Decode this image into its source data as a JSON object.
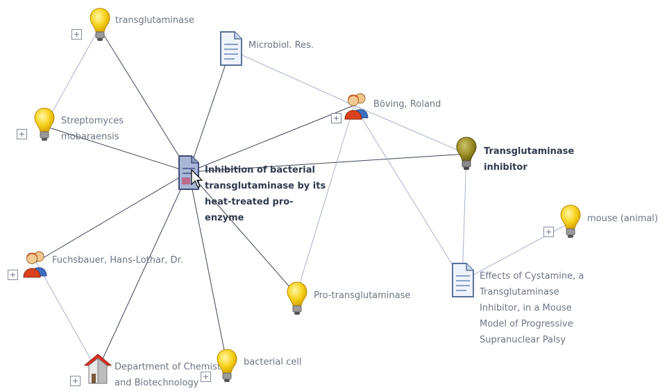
{
  "nodes": [
    {
      "id": "transglutaminase",
      "type": "concept",
      "label": "transglutaminase"
    },
    {
      "id": "streptomyces",
      "type": "concept",
      "label": "Streptomyces mobaraensis"
    },
    {
      "id": "microbiol",
      "type": "document",
      "label": "Microbiol. Res."
    },
    {
      "id": "boving",
      "type": "person",
      "label": "Böving, Roland"
    },
    {
      "id": "center",
      "type": "document",
      "label": "Inhibition of bacterial transglutaminase by its heat-treated pro-enzyme"
    },
    {
      "id": "tg_inhibitor",
      "type": "concept",
      "label": "Transglutaminase inhibitor"
    },
    {
      "id": "mouse",
      "type": "concept",
      "label": "mouse (animal)"
    },
    {
      "id": "fuchsbauer",
      "type": "person",
      "label": "Fuchsbauer, Hans-Lothar, Dr."
    },
    {
      "id": "pro_tg",
      "type": "concept",
      "label": "Pro-transglutaminase"
    },
    {
      "id": "cystamine",
      "type": "document",
      "label": "Effects of Cystamine, a Transglutaminase Inhibitor, in a Mouse Model of Progressive Supranuclear Palsy"
    },
    {
      "id": "department",
      "type": "organization",
      "label": "Department of Chemistry and Biotechnology"
    },
    {
      "id": "bact_cell",
      "type": "concept",
      "label": "bacterial cell"
    }
  ]
}
